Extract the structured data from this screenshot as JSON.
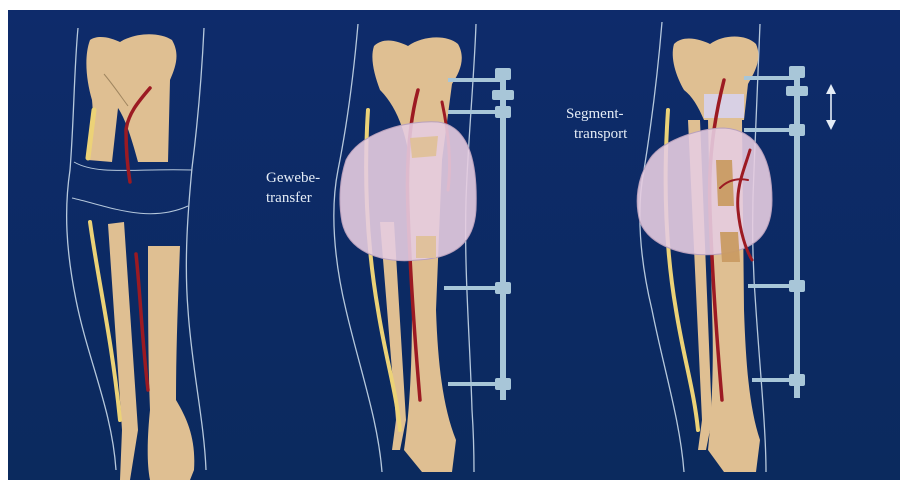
{
  "labels": {
    "middle": {
      "line1": "Gewebe-",
      "line2": "transfer"
    },
    "right": {
      "line1": "Segment-",
      "line2": "transport"
    }
  },
  "colors": {
    "background": "#0d2a66",
    "bone": "#dfbf92",
    "vessel": "#9c1a22",
    "nerve": "#ecd277",
    "soft_tissue": "#e6cce0",
    "fixator": "#a8c6d8",
    "outline": "#b6c8dc"
  },
  "panels": [
    {
      "name": "defect"
    },
    {
      "name": "soft-tissue-transfer"
    },
    {
      "name": "segment-transport"
    }
  ],
  "annotation_icons": [
    "double-arrow-icon"
  ]
}
